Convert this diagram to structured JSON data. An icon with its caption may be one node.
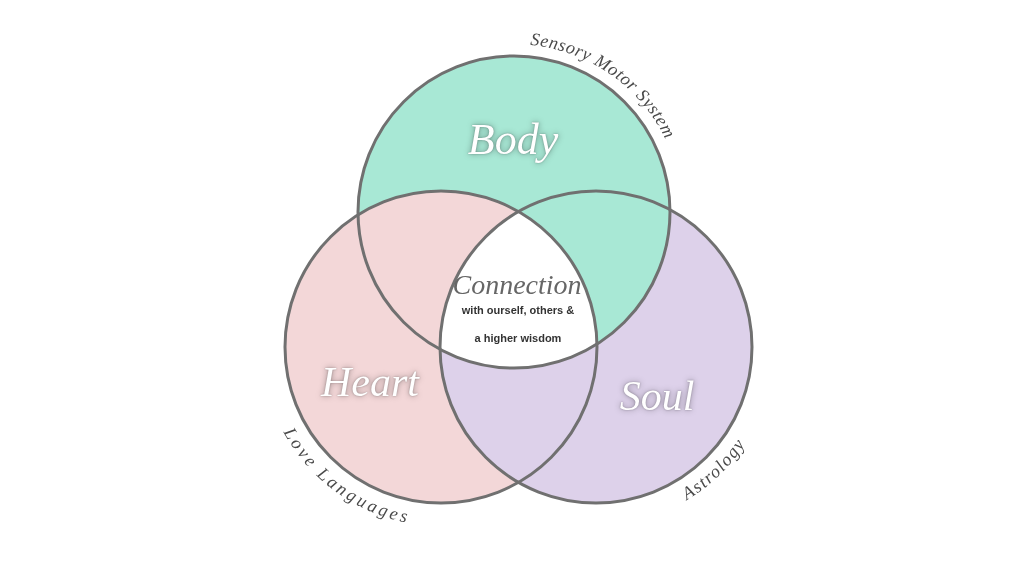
{
  "diagram": {
    "nodes": [
      {
        "text": [
          "Body",
          "Sensory Motor System"
        ]
      },
      {
        "text": [
          "Heart",
          "Love Languages"
        ]
      },
      {
        "text": [
          "Soul",
          "Astrology"
        ]
      },
      {
        "text": [
          "Connection",
          "with ourself, others & a higher wisdom"
        ]
      }
    ]
  }
}
